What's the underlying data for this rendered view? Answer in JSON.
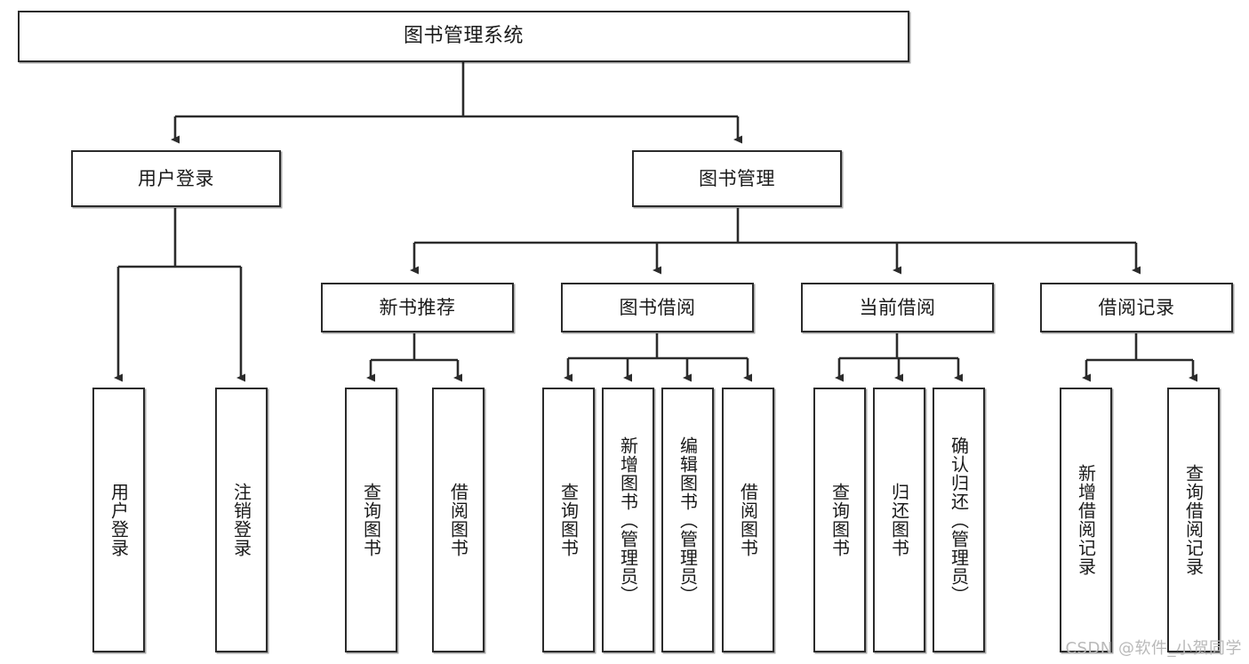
{
  "diagram": {
    "title": "图书管理系统",
    "type": "tree-hierarchy",
    "watermark": "CSDN @软件_小贺同学",
    "colors": {
      "border": "#2b2b2b",
      "background": "#ffffff",
      "text": "#1a1a1a",
      "edge": "#2b2b2b",
      "watermark": "#b9b9b9"
    },
    "root": {
      "label": "图书管理系统"
    },
    "level2": [
      {
        "label": "用户登录"
      },
      {
        "label": "图书管理"
      }
    ],
    "level3": [
      {
        "label": "新书推荐"
      },
      {
        "label": "图书借阅"
      },
      {
        "label": "当前借阅"
      },
      {
        "label": "借阅记录"
      }
    ],
    "leaves": {
      "user_login": [
        {
          "label": "用户登录"
        },
        {
          "label": "注销登录"
        }
      ],
      "new_book_recommend": [
        {
          "label": "查询图书"
        },
        {
          "label": "借阅图书"
        }
      ],
      "book_borrow": [
        {
          "label": "查询图书"
        },
        {
          "label": "新增图书（管理员）"
        },
        {
          "label": "编辑图书（管理员）"
        },
        {
          "label": "借阅图书"
        }
      ],
      "current_borrow": [
        {
          "label": "查询图书"
        },
        {
          "label": "归还图书"
        },
        {
          "label": "确认归还（管理员）"
        }
      ],
      "borrow_record": [
        {
          "label": "新增借阅记录"
        },
        {
          "label": "查询借阅记录"
        }
      ]
    }
  }
}
